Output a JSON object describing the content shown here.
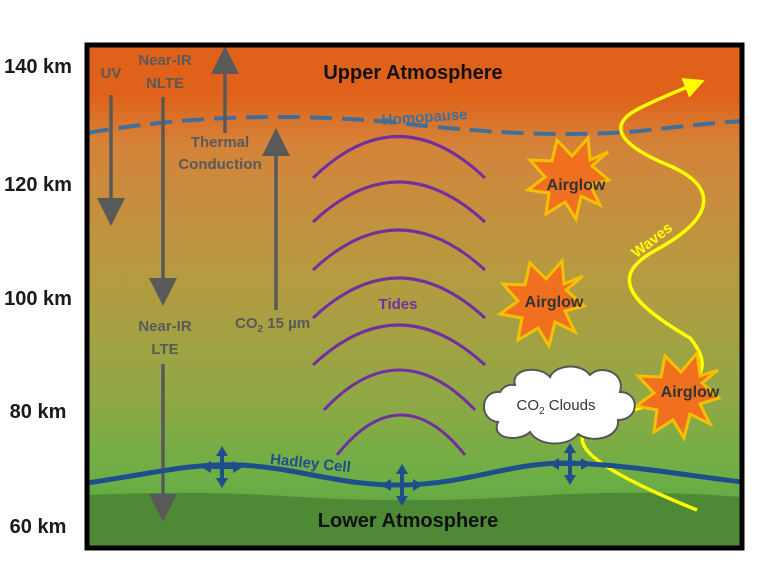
{
  "altitudes": [
    "140 km",
    "120 km",
    "100 km",
    "80 km",
    "60 km"
  ],
  "regions": {
    "upper": "Upper Atmosphere",
    "lower": "Lower Atmosphere"
  },
  "labels": {
    "uv": "UV",
    "nir_nlte_1": "Near-IR",
    "nir_nlte_2": "NLTE",
    "thermal_1": "Thermal",
    "thermal_2": "Conduction",
    "nir_lte_1": "Near-IR",
    "nir_lte_2": "LTE",
    "co2_prefix": "CO",
    "co2_sub": "2",
    "co2_suffix": " 15 µm",
    "homopause": "Homopause",
    "tides": "Tides",
    "waves": "Waves",
    "hadley": "Hadley Cell",
    "cloud_prefix": "CO",
    "cloud_sub": "2",
    "cloud_suffix": " Clouds"
  },
  "airglow": [
    "Airglow",
    "Airglow",
    "Airglow"
  ],
  "colors": {
    "top": "#e0621a",
    "mid": "#c39a3b",
    "bottom": "#6aaf45",
    "ground": "#4e8a35",
    "frame": "#000000",
    "arrows": "#595959",
    "tides": "#7030a0",
    "homopause": "#3f6f9a",
    "hadley": "#1f4e8c",
    "waves": "#ffff00",
    "airglow_fill": "#f07020",
    "airglow_stroke": "#f5c000"
  }
}
